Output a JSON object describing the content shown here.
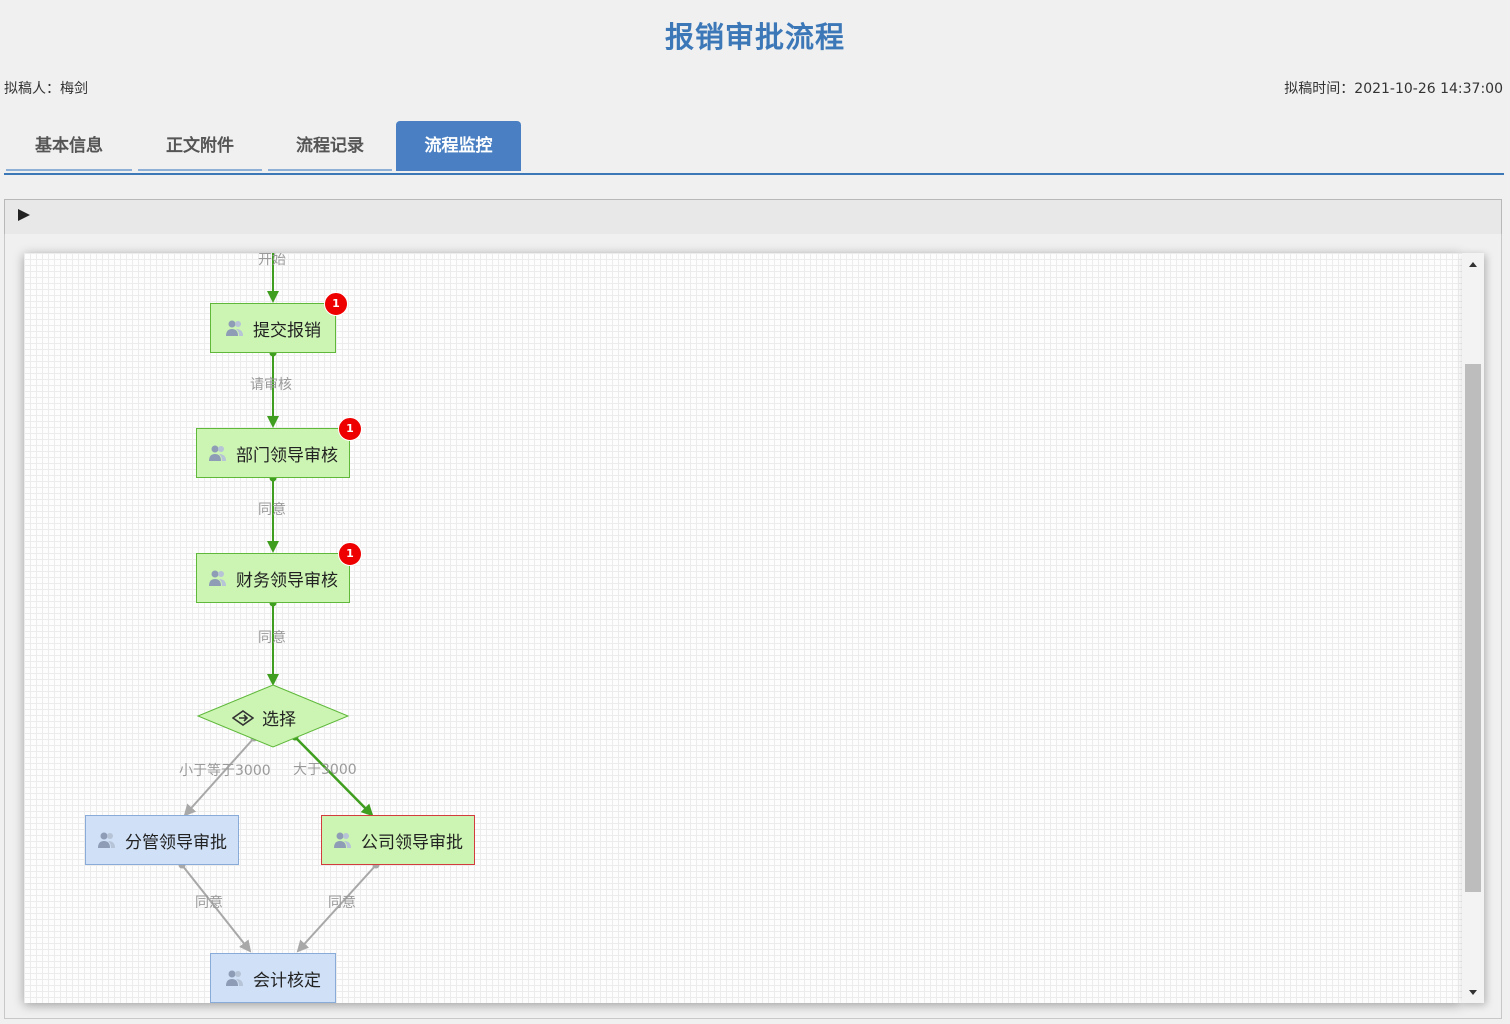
{
  "page": {
    "title": "报销审批流程",
    "drafter": "拟稿人：梅剑",
    "draft_time": "拟稿时间：2021-10-26 14:37:00"
  },
  "tabs": [
    {
      "label": "基本信息",
      "active": false
    },
    {
      "label": "正文附件",
      "active": false
    },
    {
      "label": "流程记录",
      "active": false
    },
    {
      "label": "流程监控",
      "active": true
    }
  ],
  "toolbar": {
    "play_icon": "play-icon"
  },
  "flow": {
    "start_label": "开始",
    "nodes": [
      {
        "label": "提交报销",
        "status": "done",
        "badge": "1"
      },
      {
        "label": "部门领导审核",
        "status": "done",
        "badge": "1"
      },
      {
        "label": "财务领导审核",
        "status": "done",
        "badge": "1"
      },
      {
        "label": "选择",
        "type": "decision"
      },
      {
        "label": "分管领导审批",
        "status": "todo"
      },
      {
        "label": "公司领导审批",
        "status": "current"
      },
      {
        "label": "会计核定",
        "status": "todo"
      }
    ],
    "edges": [
      {
        "label": "请审核"
      },
      {
        "label": "同意"
      },
      {
        "label": "同意"
      },
      {
        "label": "小于等于3000"
      },
      {
        "label": "大于3000"
      },
      {
        "label": "同意"
      },
      {
        "label": "同意"
      }
    ]
  },
  "colors": {
    "accent": "#3c78b8",
    "done_fill": "#ccf5b3",
    "done_stroke": "#5fb83a",
    "todo_fill": "#cfe0f7",
    "current_stroke": "#d23c3c",
    "active_edge": "#3f9e1f",
    "inactive_edge": "#a8a8a8",
    "badge": "#ee0000"
  }
}
